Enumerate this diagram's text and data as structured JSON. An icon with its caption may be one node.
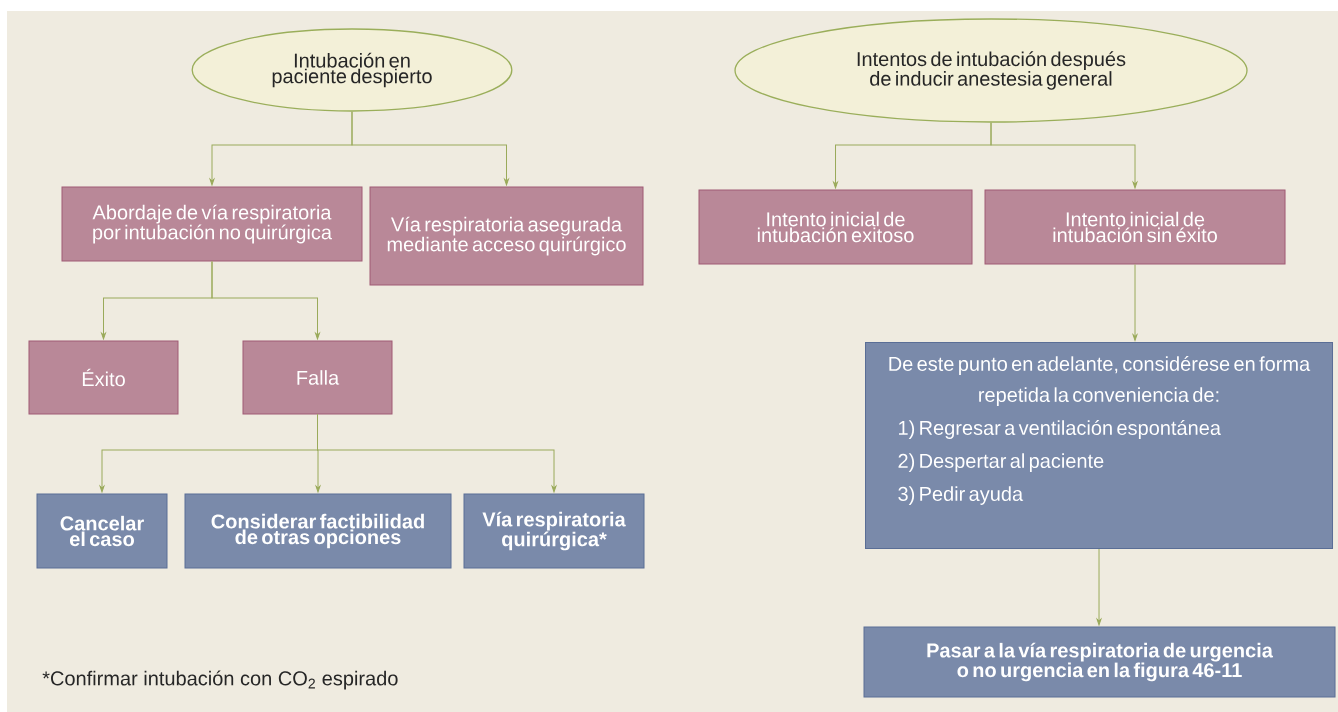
{
  "diagram": {
    "nodes": [
      {
        "text": [
          "Intubación en paciente despierto"
        ]
      },
      {
        "text": [
          "Abordaje de vía respiratoria por intubación no quirúrgica"
        ]
      },
      {
        "text": [
          "Vía respiratoria asegurada mediante acceso quirúrgico"
        ]
      },
      {
        "text": [
          "Éxito"
        ]
      },
      {
        "text": [
          "Falla"
        ]
      },
      {
        "text": [
          "Cancelar el caso"
        ]
      },
      {
        "text": [
          "Considerar factibilidad de otras opciones"
        ]
      },
      {
        "text": [
          "Vía respiratoria quirúrgica*"
        ]
      },
      {
        "text": [
          "Intentos de intubación después de inducir anestesia general"
        ]
      },
      {
        "text": [
          "Intento inicial de intubación exitoso"
        ]
      },
      {
        "text": [
          "Intento inicial de intubación sin éxito"
        ]
      },
      {
        "text": [
          "De este punto en adelante, considérese en forma repetida la conveniencia de:",
          "1) Regresar a ventilación espontánea",
          "2) Despertar al paciente",
          "3) Pedir ayuda"
        ]
      },
      {
        "text": [
          "Pasar a la vía respiratoria de urgencia o no urgencia en la figura 46-11"
        ]
      }
    ],
    "edges": [
      {
        "from": 0,
        "to": 1,
        "arrow": "to"
      },
      {
        "from": 0,
        "to": 2,
        "arrow": "to"
      },
      {
        "from": 1,
        "to": 3,
        "arrow": "to"
      },
      {
        "from": 1,
        "to": 4,
        "arrow": "to"
      },
      {
        "from": 4,
        "to": 5,
        "arrow": "to"
      },
      {
        "from": 4,
        "to": 6,
        "arrow": "to"
      },
      {
        "from": 4,
        "to": 7,
        "arrow": "to"
      },
      {
        "from": 8,
        "to": 9,
        "arrow": "to"
      },
      {
        "from": 8,
        "to": 10,
        "arrow": "to"
      },
      {
        "from": 10,
        "to": 11,
        "arrow": "to"
      },
      {
        "from": 11,
        "to": 12,
        "arrow": "to"
      }
    ],
    "labels": [
      "*Confirmar intubación con CO$_{2}$ espirado"
    ]
  }
}
